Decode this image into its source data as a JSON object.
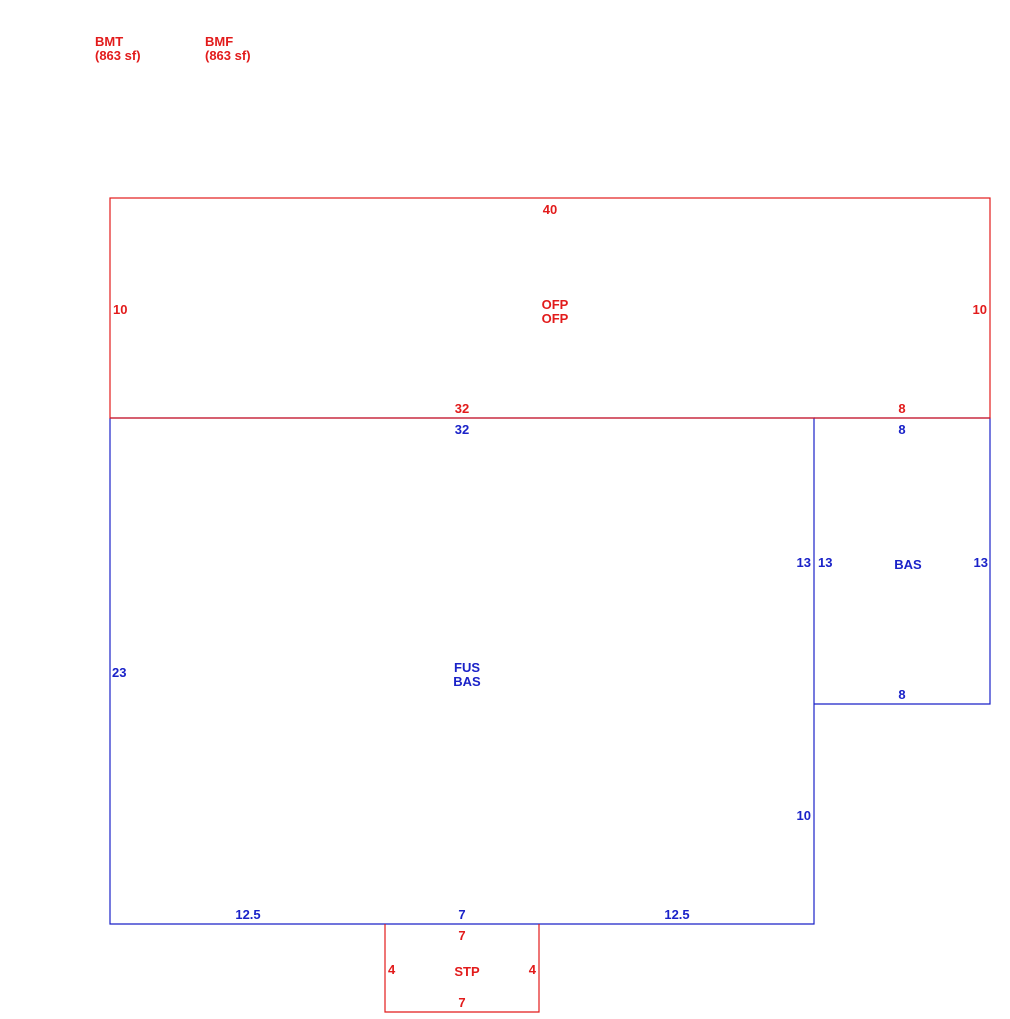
{
  "legend": [
    {
      "code": "BMT",
      "area": "(863 sf)",
      "color": "#e21b1b"
    },
    {
      "code": "BMF",
      "area": "(863 sf)",
      "color": "#e21b1b"
    }
  ],
  "colors": {
    "red": "#e21b1b",
    "blue": "#1a22c8"
  },
  "areas": {
    "porch": {
      "line1": "OFP",
      "line2": "OFP"
    },
    "main": {
      "line1": "FUS",
      "line2": "BAS"
    },
    "wing": {
      "line1": "BAS"
    },
    "stoop": {
      "line1": "STP"
    }
  },
  "dimensions": {
    "porch_top": "40",
    "porch_left": "10",
    "porch_right": "10",
    "porch_bottom_left": "32",
    "porch_bottom_right": "8",
    "main_top": "32",
    "main_left": "23",
    "main_right_upper": "13",
    "main_right_lower": "10",
    "main_bottom_left": "12.5",
    "main_bottom_mid": "7",
    "main_bottom_right": "12.5",
    "wing_top": "8",
    "wing_left": "13",
    "wing_right": "13",
    "wing_bottom": "8",
    "stoop_top": "7",
    "stoop_left": "4",
    "stoop_right": "4",
    "stoop_bottom": "7"
  }
}
